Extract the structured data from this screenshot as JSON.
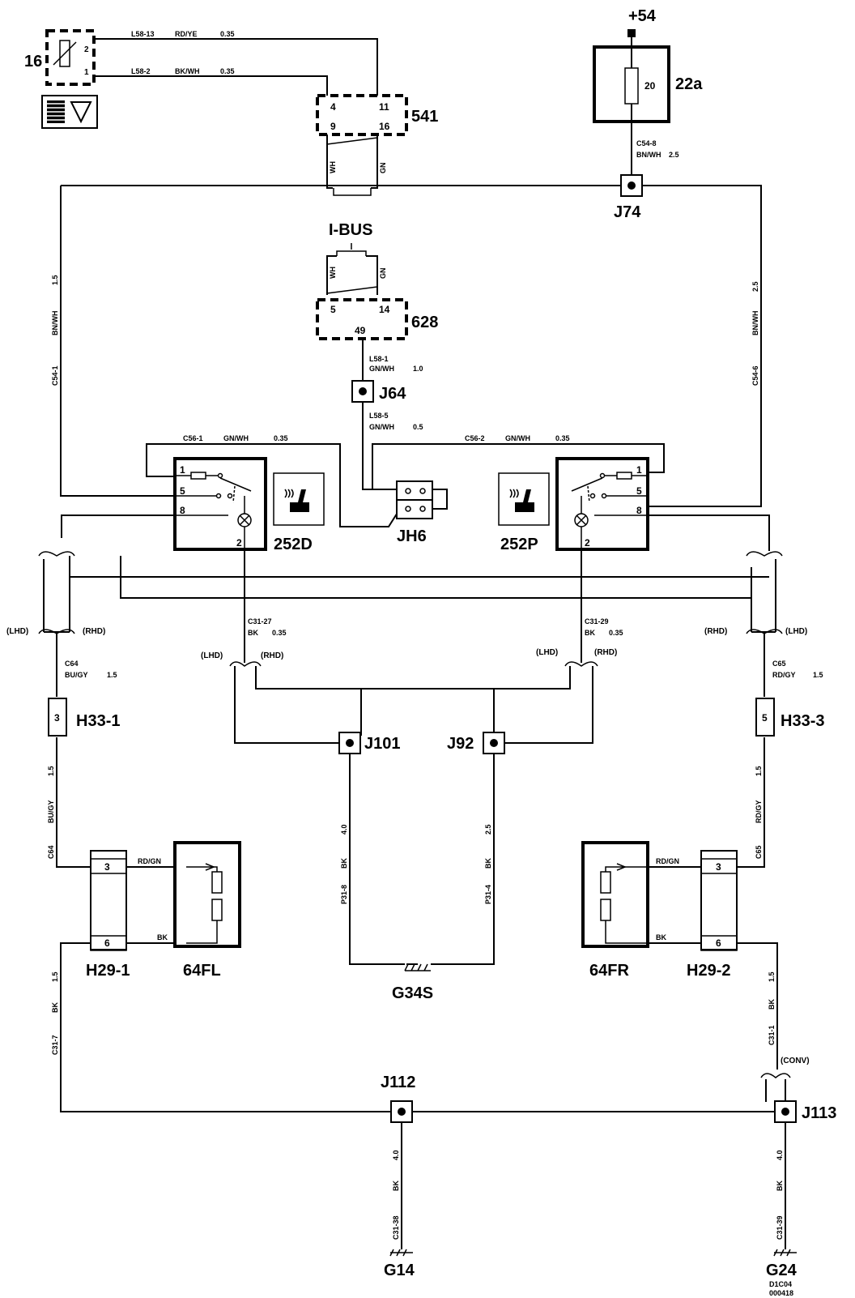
{
  "components": {
    "c16": "16",
    "c541": "541",
    "c22a": "22a",
    "plus54": "+54",
    "fuse20": "20",
    "j74": "J74",
    "ibus": "I-BUS",
    "c628": "628",
    "j64": "J64",
    "jh6": "JH6",
    "c252d": "252D",
    "c252p": "252P",
    "j101": "J101",
    "j92": "J92",
    "h33_1": "H33-1",
    "h33_3": "H33-3",
    "h29_1": "H29-1",
    "h29_2": "H29-2",
    "c64fl": "64FL",
    "c64fr": "64FR",
    "g34s": "G34S",
    "j112": "J112",
    "j113": "J113",
    "g14": "G14",
    "g24": "G24",
    "ref1": "D1C04",
    "ref2": "000418"
  },
  "pins": {
    "p16_2": "2",
    "p16_1": "1",
    "p541_4": "4",
    "p541_11": "11",
    "p541_9": "9",
    "p541_16": "16",
    "p628_5": "5",
    "p628_14": "14",
    "p628_49": "49",
    "d1": "1",
    "d5": "5",
    "d8": "8",
    "d2": "2",
    "p1": "1",
    "p5": "5",
    "p8": "8",
    "p2": "2",
    "h33_1pin": "3",
    "h33_3pin": "5",
    "h29_1a": "3",
    "h29_1b": "6",
    "h29_2a": "3",
    "h29_2b": "6"
  },
  "wires": {
    "l58_13": "L58-13",
    "l58_13c": "RD/YE",
    "l58_13s": "0.35",
    "l58_2": "L58-2",
    "l58_2c": "BK/WH",
    "l58_2s": "0.35",
    "c54_8": "C54-8",
    "c54_8c": "BN/WH",
    "c54_8s": "2.5",
    "c54_1": "C54-1",
    "c54_1c": "BN/WH",
    "c54_1s": "1.5",
    "c54_6": "C54-6",
    "c54_6c": "BN/WH",
    "c54_6s": "2.5",
    "wh": "WH",
    "gn": "GN",
    "l58_1": "L58-1",
    "l58_1c": "GN/WH",
    "l58_1s": "1.0",
    "l58_5": "L58-5",
    "l58_5c": "GN/WH",
    "l58_5s": "0.5",
    "c56_1": "C56-1",
    "c56_1c": "GN/WH",
    "c56_1s": "0.35",
    "c56_2": "C56-2",
    "c56_2c": "GN/WH",
    "c56_2s": "0.35",
    "c31_27": "C31-27",
    "c31_27c": "BK",
    "c31_27s": "0.35",
    "c31_29": "C31-29",
    "c31_29c": "BK",
    "c31_29s": "0.35",
    "c64": "C64",
    "c64c": "BU/GY",
    "c64s": "1.5",
    "c65": "C65",
    "c65c": "RD/GY",
    "c65s": "1.5",
    "rdgn": "RD/GN",
    "bk": "BK",
    "p31_8": "P31-8",
    "p31_8c": "BK",
    "p31_8s": "4.0",
    "p31_4": "P31-4",
    "p31_4c": "BK",
    "p31_4s": "2.5",
    "c31_7": "C31-7",
    "c31_7c": "BK",
    "c31_7s": "1.5",
    "c31_1": "C31-1",
    "c31_1c": "BK",
    "c31_1s": "1.5",
    "c31_38": "C31-38",
    "c31_38c": "BK",
    "c31_38s": "4.0",
    "c31_39": "C31-39",
    "c31_39c": "BK",
    "c31_39s": "4.0"
  },
  "variants": {
    "lhd": "(LHD)",
    "rhd": "(RHD)",
    "conv": "(CONV)"
  },
  "icons": {
    "seat_heater": "seat-heater-icon",
    "sensor_panel": "sensor-panel-icon",
    "ground": "ground-icon",
    "lamp": "lamp-icon"
  }
}
